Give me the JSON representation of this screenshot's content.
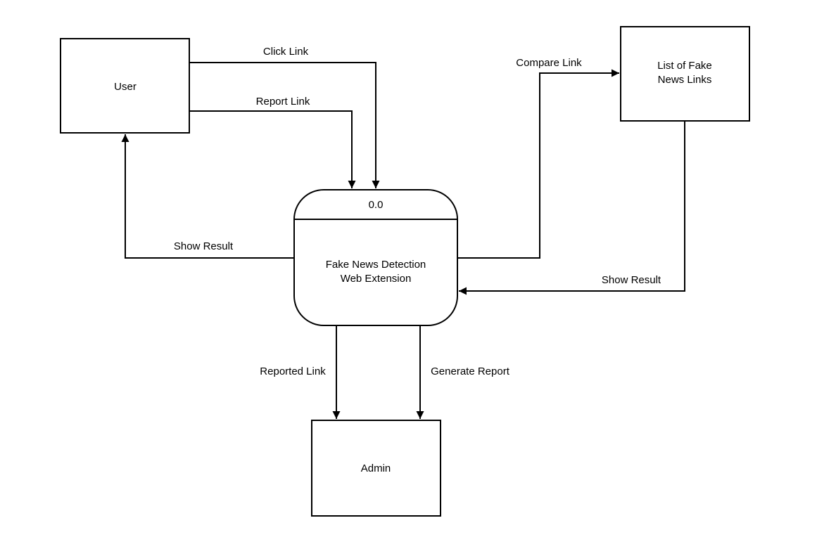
{
  "diagram": {
    "entities": {
      "user": "User",
      "list_line1": "List of Fake",
      "list_line2": "News Links",
      "admin": "Admin"
    },
    "process": {
      "id": "0.0",
      "name_line1": "Fake News Detection",
      "name_line2": "Web Extension"
    },
    "flows": {
      "click_link": "Click Link",
      "report_link": "Report Link",
      "compare_link": "Compare Link",
      "show_result_user": "Show Result",
      "show_result_list": "Show Result",
      "reported_link": "Reported Link",
      "generate_report": "Generate Report"
    }
  }
}
